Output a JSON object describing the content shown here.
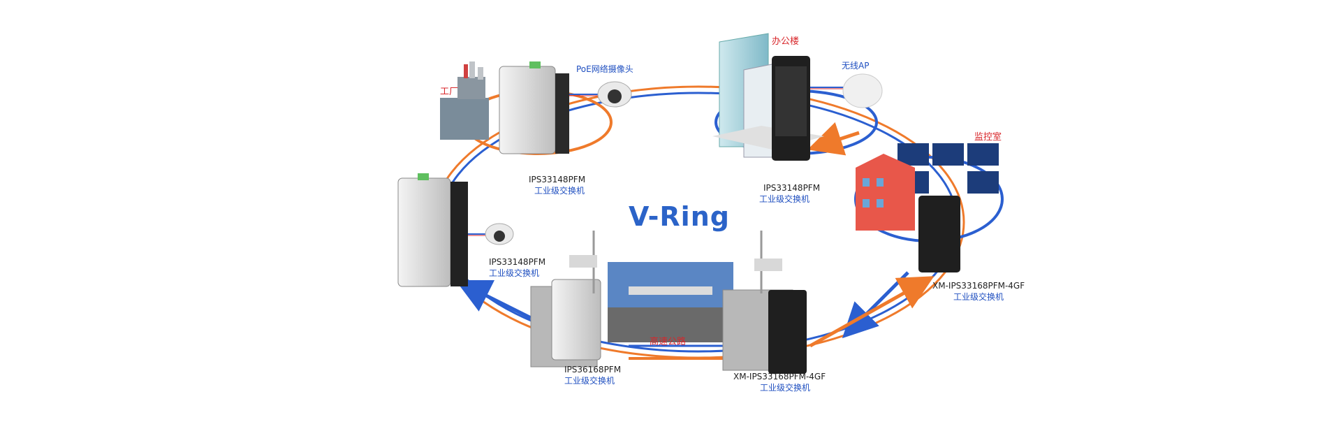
{
  "title": "V-Ring",
  "places": {
    "factory": "工厂",
    "office": "办公楼",
    "monitor_room": "监控室",
    "highway": "高速公路"
  },
  "devices": {
    "poe_camera": "PoE网络摄像头",
    "wireless_ap": "无线AP"
  },
  "switches": [
    {
      "model": "IPS33148PFM",
      "type": "工业级交换机"
    },
    {
      "model": "IPS33148PFM",
      "type": "工业级交换机"
    },
    {
      "model": "IPS33148PFM",
      "type": "工业级交换机"
    },
    {
      "model": "XM-IPS33168PFM-4GF",
      "type": "工业级交换机"
    },
    {
      "model": "IPS36168PFM",
      "type": "工业级交换机"
    },
    {
      "model": "XM-IPS33168PFM-4GF",
      "type": "工业级交换机"
    }
  ],
  "colors": {
    "ring_orange": "#ef7a2b",
    "ring_blue": "#2b5fd0",
    "title_blue": "#2b63c8",
    "label_red": "#d8262a",
    "building_red": "#e8574a"
  }
}
